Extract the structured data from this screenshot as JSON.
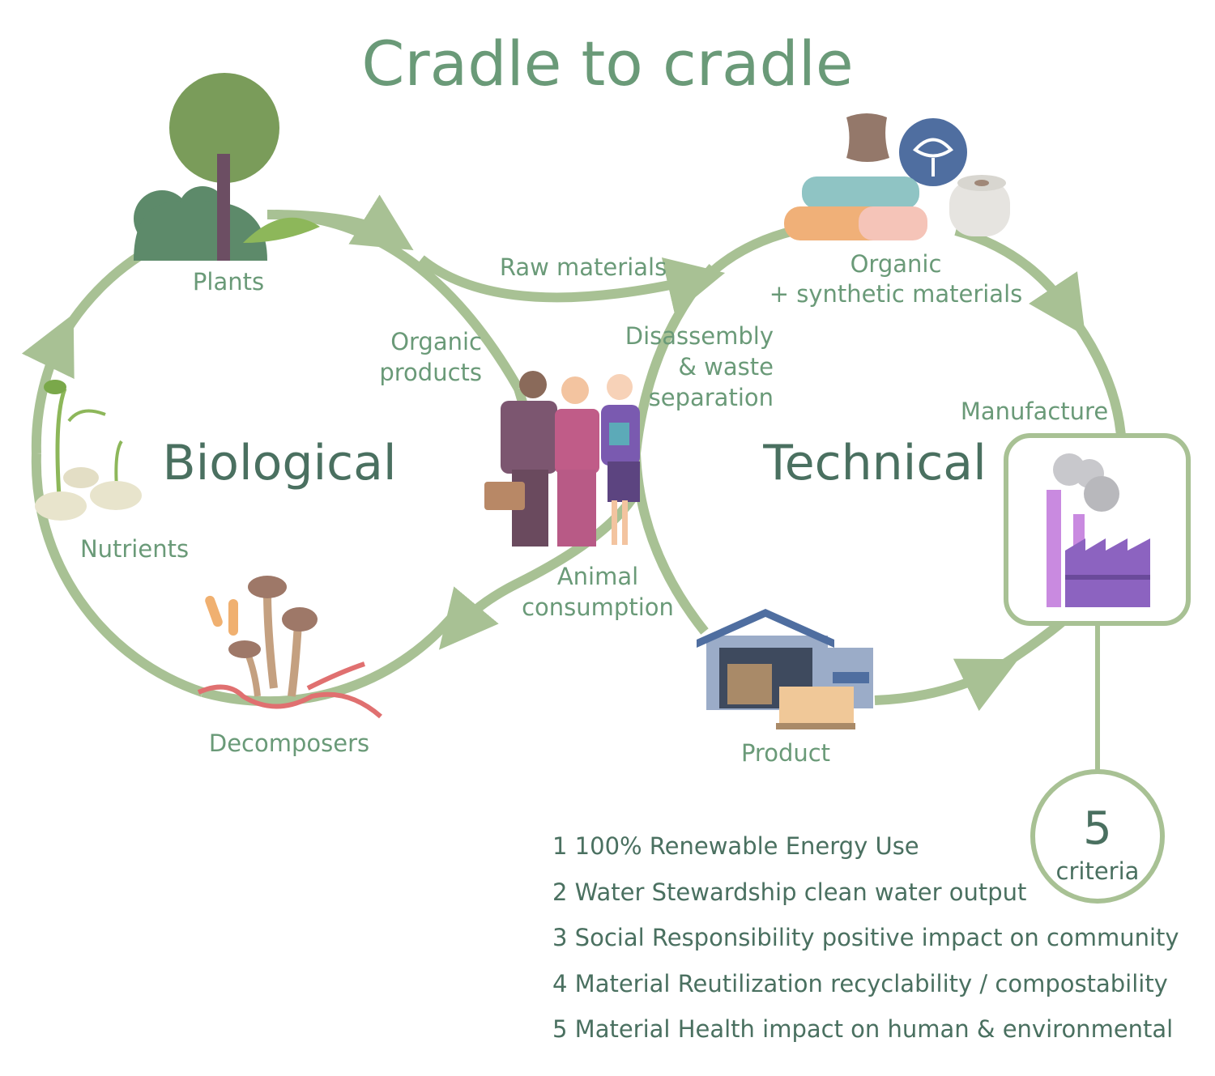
{
  "title": "Cradle to cradle",
  "cycles": {
    "biological": "Biological",
    "technical": "Technical"
  },
  "labels": {
    "plants": "Plants",
    "raw_materials": "Raw materials",
    "organic_products": [
      "Organic",
      "products"
    ],
    "organic_synthetic": [
      "Organic",
      "+ synthetic materials"
    ],
    "disassembly": [
      "Disassembly",
      "& waste",
      "separation"
    ],
    "manufacture": "Manufacture",
    "nutrients": "Nutrients",
    "animal_consumption": [
      "Animal",
      "consumption"
    ],
    "decomposers": "Decomposers",
    "product": "Product"
  },
  "criteria_badge": {
    "number": "5",
    "label": "criteria"
  },
  "criteria": [
    "1 100% Renewable Energy Use",
    "2 Water Stewardship clean water output",
    "3 Social Responsibility positive impact on community",
    "4 Material Reutilization recyclability / compostability",
    "5 Material Health impact on human & environmental"
  ],
  "colors": {
    "line": "#a8c194",
    "label": "#6a9a78",
    "heading": "#4a7060"
  }
}
